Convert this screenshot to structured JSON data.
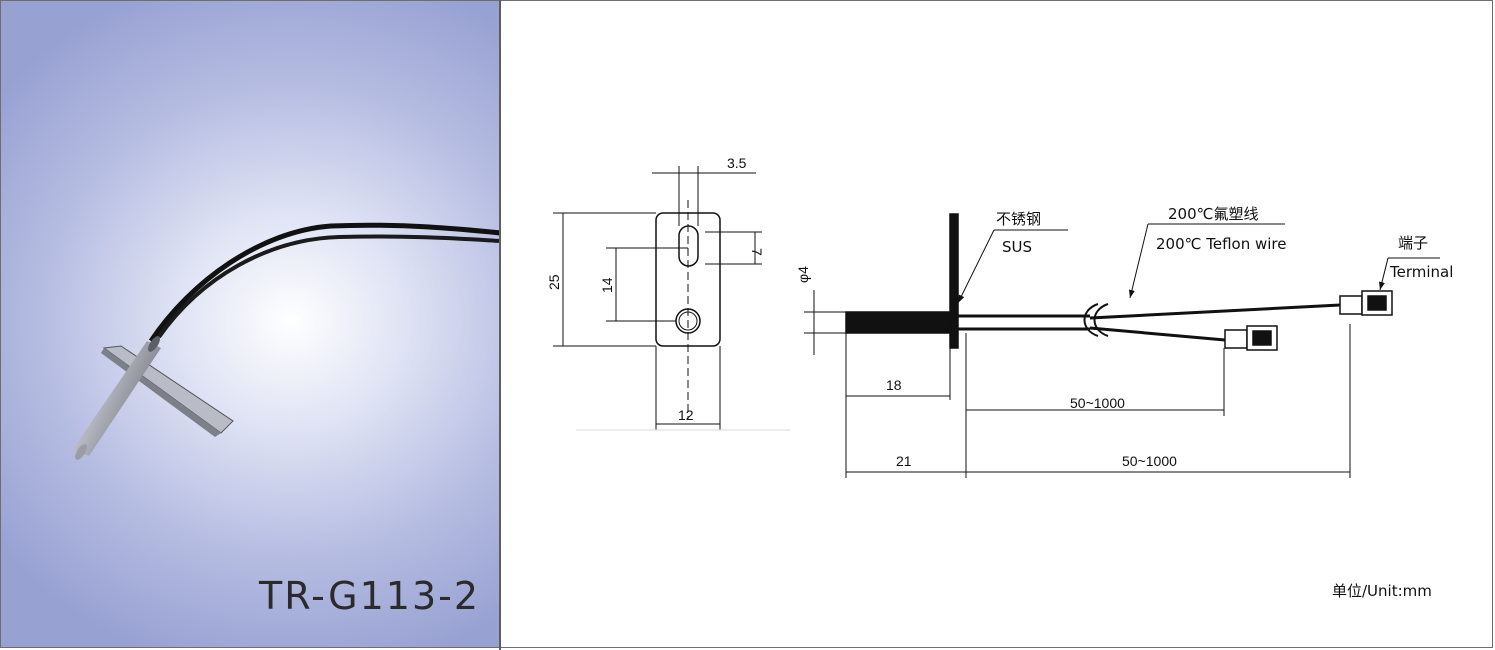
{
  "product": {
    "model": "TR-G113-2"
  },
  "front_view": {
    "dim_slot_width": "3.5",
    "dim_slot_height": "7",
    "dim_total_height": "25",
    "dim_hole_spacing": "14",
    "dim_width": "12"
  },
  "side_view": {
    "dim_diameter": "φ4",
    "dim_probe_18": "18",
    "dim_probe_21": "21",
    "dim_wire_short": "50~1000",
    "dim_wire_long": "50~1000"
  },
  "callouts": {
    "material_cn": "不锈钢",
    "material_en": "SUS",
    "wire_cn": "200℃氟塑线",
    "wire_en": "200℃ Teflon wire",
    "terminal_cn": "端子",
    "terminal_en": "Terminal"
  },
  "unit": "单位/Unit:mm",
  "colors": {
    "photo_background": "#97a1d2",
    "line": "#111111"
  }
}
